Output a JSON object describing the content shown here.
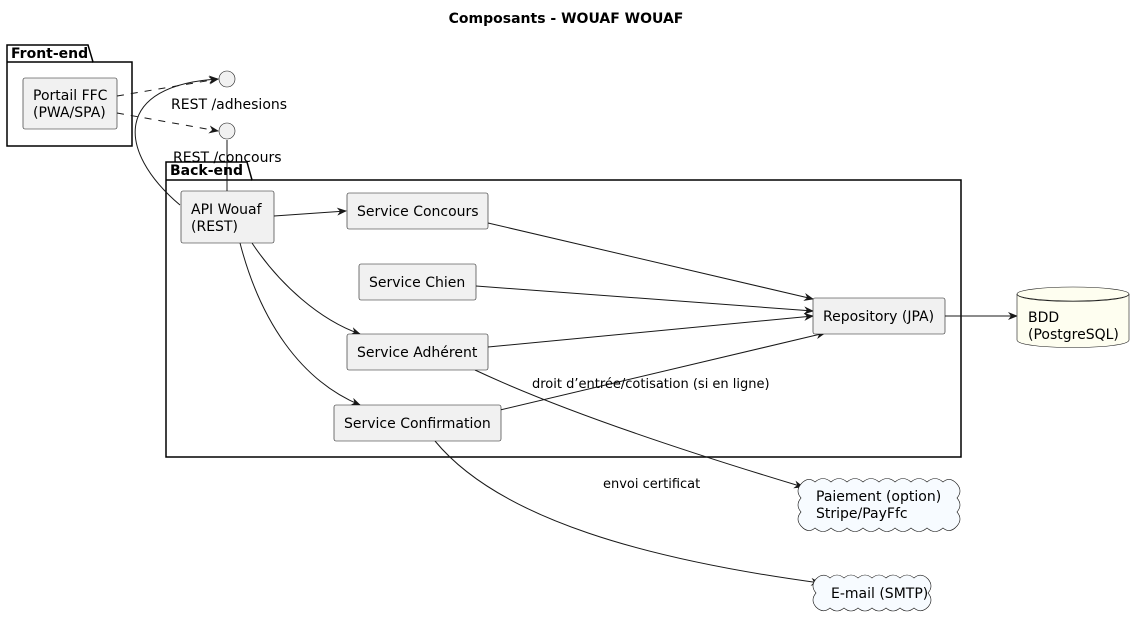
{
  "title": "Composants - WOUAF WOUAF",
  "packages": {
    "frontend": "Front-end",
    "backend": "Back-end"
  },
  "components": {
    "portail": [
      "Portail FFC",
      "(PWA/SPA)"
    ],
    "api": [
      "API Wouaf",
      "(REST)"
    ],
    "concours": [
      "Service Concours"
    ],
    "chien": [
      "Service Chien"
    ],
    "adherent": [
      "Service Adhérent"
    ],
    "confirmation": [
      "Service Confirmation"
    ],
    "repository": [
      "Repository (JPA)"
    ],
    "bdd": [
      "BDD",
      "(PostgreSQL)"
    ],
    "paiement": [
      "Paiement (option)",
      "Stripe/PayFfc"
    ],
    "email": [
      "E-mail (SMTP)"
    ]
  },
  "interfaces": {
    "adhesions": "REST /adhesions",
    "concours": "REST /concours"
  },
  "edge_labels": {
    "paiement": "droit d’entrée/cotisation (si en ligne)",
    "email": "envoi certificat"
  },
  "colors": {
    "component_fill": "#f1f1f1",
    "database_fill": "#fefef0",
    "cloud_fill": "#f7fbff",
    "stroke": "#181818"
  }
}
